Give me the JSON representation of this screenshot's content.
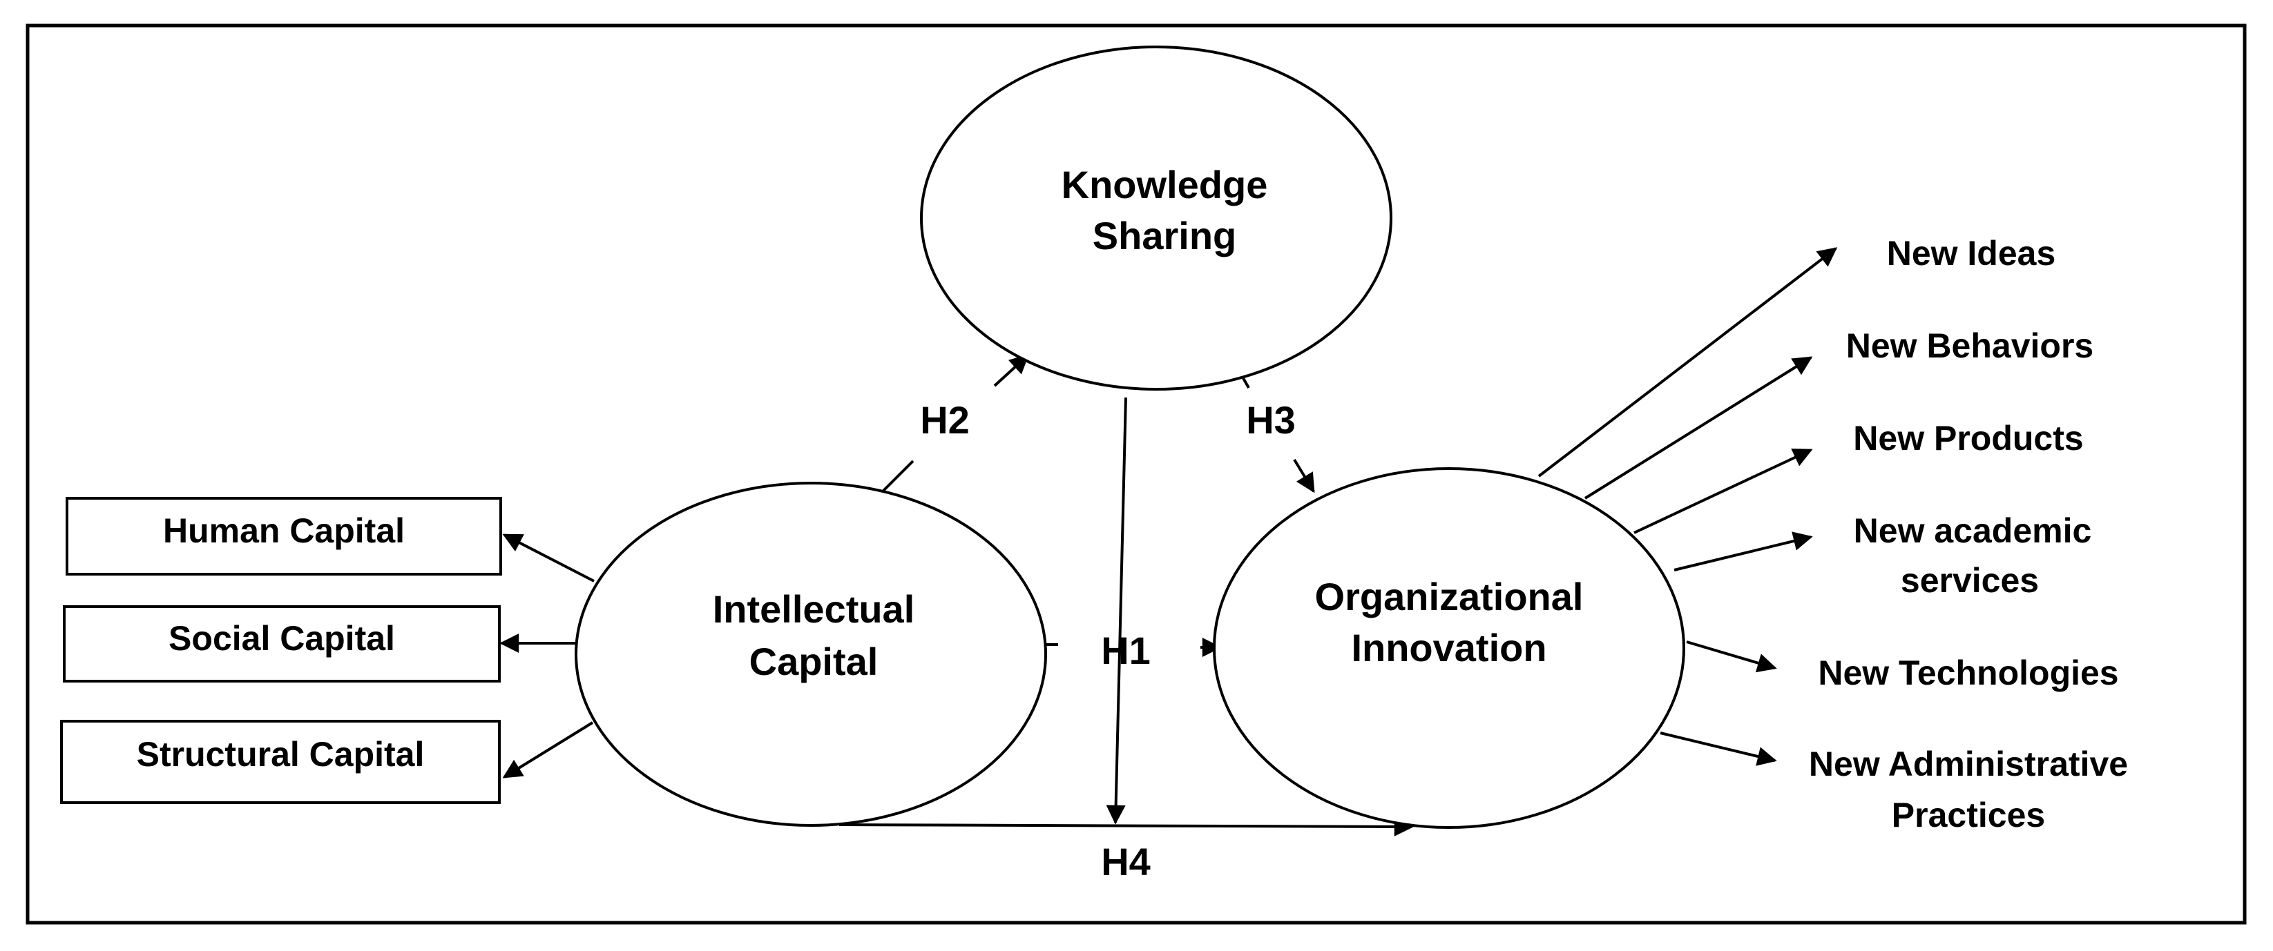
{
  "constructs": {
    "knowledge_sharing": {
      "line1": "Knowledge",
      "line2": "Sharing"
    },
    "intellectual_capital": {
      "line1": "Intellectual",
      "line2": "Capital"
    },
    "organizational_innovation": {
      "line1": "Organizational",
      "line2": "Innovation"
    }
  },
  "capital_dimensions": {
    "human": "Human Capital",
    "social": "Social Capital",
    "structural": "Structural Capital"
  },
  "hypotheses": {
    "h1": "H1",
    "h2": "H2",
    "h3": "H3",
    "h4": "H4"
  },
  "innovation_outcomes": {
    "new_ideas": "New Ideas",
    "new_behaviors": "New Behaviors",
    "new_products": "New Products",
    "new_academic_services": {
      "line1": "New academic",
      "line2": "services"
    },
    "new_technologies": "New Technologies",
    "new_administrative_practices": {
      "line1": "New Administrative",
      "line2": "Practices"
    }
  },
  "colors": {
    "stroke": "#000000",
    "background": "#ffffff"
  }
}
